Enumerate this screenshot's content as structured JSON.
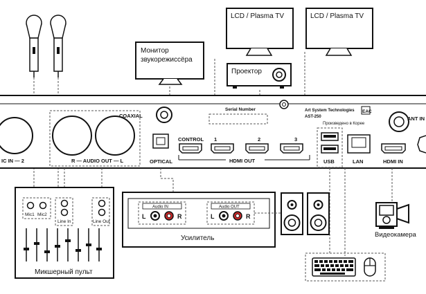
{
  "displays": {
    "tv1": "LCD / Plasma TV",
    "tv2": "LCD / Plasma TV",
    "monitor": [
      "Монитор",
      "звукорежиссёра"
    ],
    "projector": "Проектор"
  },
  "rear_panel": {
    "coaxial": "COAXIAL",
    "mic_in": "IC IN — 2",
    "audio_out": "R — AUDIO OUT — L",
    "optical": "OPTICAL",
    "control": "CONTROL",
    "hdmi_nums": [
      "1",
      "2",
      "3"
    ],
    "hdmi_out": "HDMI OUT",
    "serial": "Serial Number",
    "brand": "Art System Technologies",
    "model": "AST-250",
    "made_in": "Произведено в Корее",
    "eac": "EAC",
    "usb": "USB",
    "lan": "LAN",
    "hdmi_in": "HDMI IN",
    "ant_in": "ANT IN"
  },
  "mixer": {
    "mic1": "Mic1",
    "mic2": "Mic2",
    "line_in": "Line In",
    "line_out": "Line Out",
    "label": "Микшерный пульт"
  },
  "amplifier": {
    "audio_in": "Audio IN",
    "audio_out": "Audio OUT",
    "l": "L",
    "r": "R",
    "label": "Усилитель"
  },
  "camera": "Видеокамера"
}
